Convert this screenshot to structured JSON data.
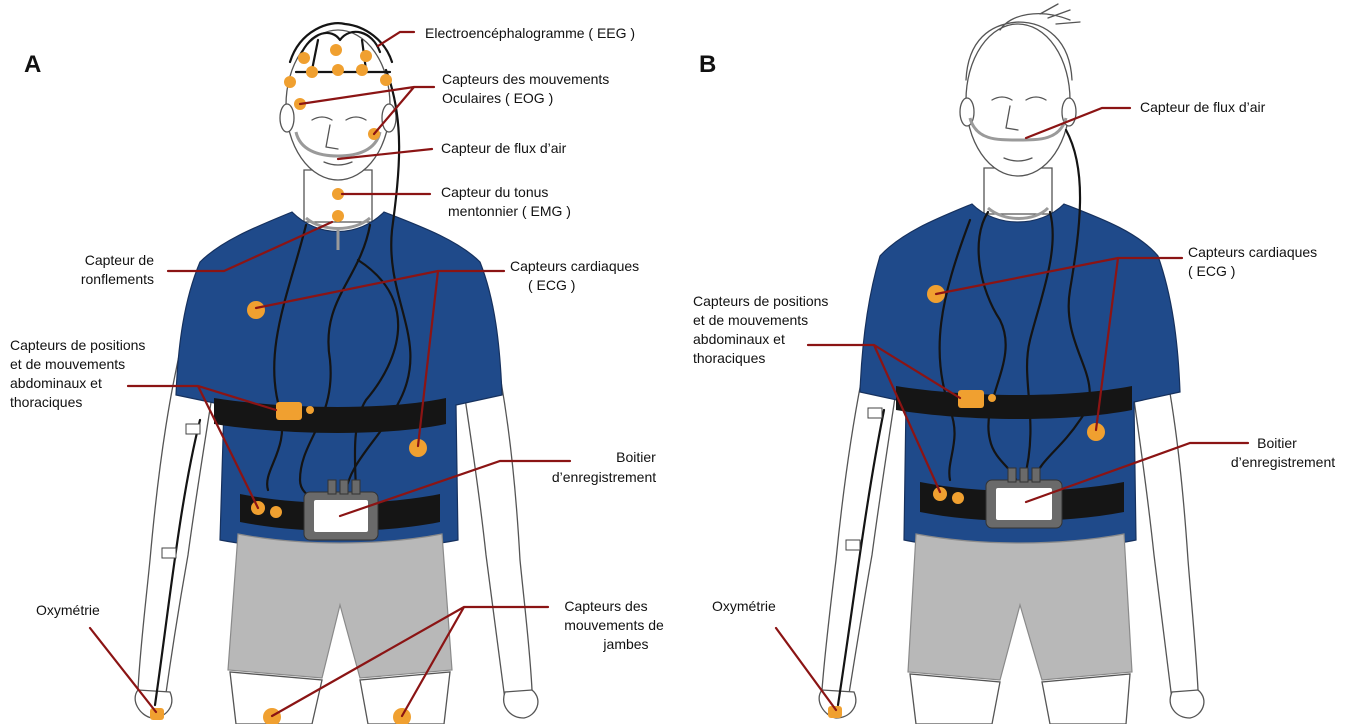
{
  "figure": {
    "panels": [
      {
        "id": "A",
        "labels": {
          "eeg": "Electroencéphalogramme ( EEG )",
          "eog_line1": "Capteurs des mouvements",
          "eog_line2": "Oculaires ( EOG )",
          "airflow": "Capteur de flux d’air",
          "emg_line1": "Capteur du tonus",
          "emg_line2": "mentonnier ( EMG )",
          "snore_line1": "Capteur de",
          "snore_line2": "ronflements",
          "ecg_line1": "Capteurs cardiaques",
          "ecg_line2": "( ECG )",
          "pos_line1": "Capteurs de positions",
          "pos_line2": "et de mouvements",
          "pos_line3": "abdominaux et",
          "pos_line4": "thoraciques",
          "box_line1": "Boitier",
          "box_line2": "d’enregistrement",
          "oxy": "Oxymétrie",
          "legs_line1": "Capteurs des",
          "legs_line2": "mouvements de",
          "legs_line3": "jambes"
        }
      },
      {
        "id": "B",
        "labels": {
          "airflow": "Capteur de flux d’air",
          "ecg_line1": "Capteurs cardiaques",
          "ecg_line2": "( ECG )",
          "pos_line1": "Capteurs de positions",
          "pos_line2": "et de mouvements",
          "pos_line3": "abdominaux et",
          "pos_line4": "thoraciques",
          "box_line1": "Boitier",
          "box_line2": "d’enregistrement",
          "oxy": "Oxymétrie"
        }
      }
    ]
  },
  "colors": {
    "shirt": "#1f4a8a",
    "shorts": "#b8b8b8",
    "sensor": "#f0a030",
    "leader_line": "#8b1414",
    "wire": "#141414"
  }
}
